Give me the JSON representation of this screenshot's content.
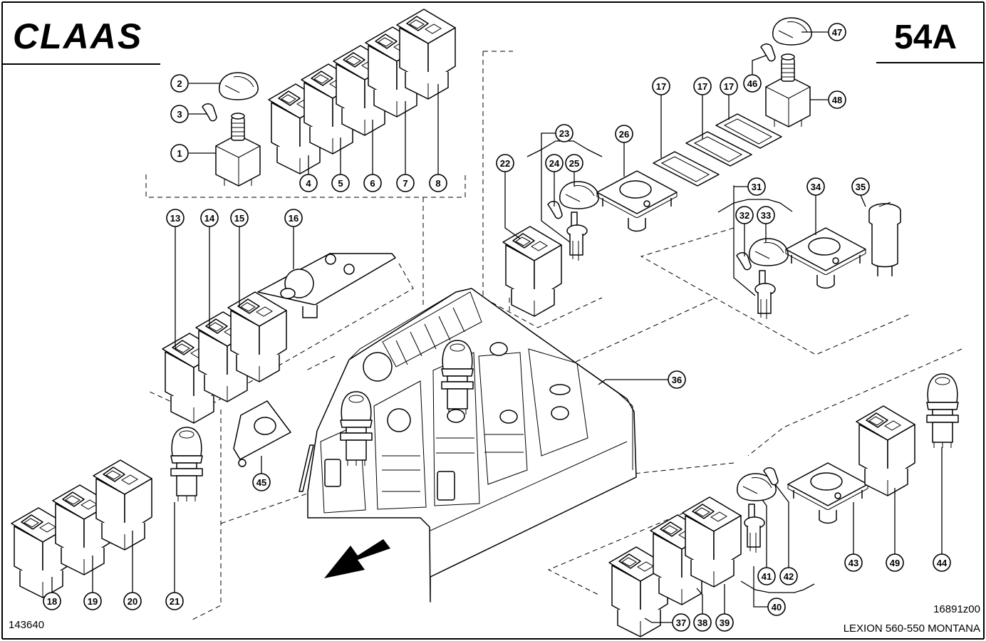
{
  "header": {
    "brand": "CLAAS",
    "page_number": "54A"
  },
  "footer": {
    "left_code": "143640",
    "right_code": "16891z00",
    "model": "LEXION 560-550 MONTANA"
  },
  "callouts": [
    {
      "id": "c1",
      "label": "1"
    },
    {
      "id": "c2",
      "label": "2"
    },
    {
      "id": "c3",
      "label": "3"
    },
    {
      "id": "c4",
      "label": "4"
    },
    {
      "id": "c5",
      "label": "5"
    },
    {
      "id": "c6",
      "label": "6"
    },
    {
      "id": "c7",
      "label": "7"
    },
    {
      "id": "c8",
      "label": "8"
    },
    {
      "id": "c13",
      "label": "13"
    },
    {
      "id": "c14",
      "label": "14"
    },
    {
      "id": "c15",
      "label": "15"
    },
    {
      "id": "c16",
      "label": "16"
    },
    {
      "id": "c17a",
      "label": "17"
    },
    {
      "id": "c17b",
      "label": "17"
    },
    {
      "id": "c17c",
      "label": "17"
    },
    {
      "id": "c18",
      "label": "18"
    },
    {
      "id": "c19",
      "label": "19"
    },
    {
      "id": "c20",
      "label": "20"
    },
    {
      "id": "c21",
      "label": "21"
    },
    {
      "id": "c22",
      "label": "22"
    },
    {
      "id": "c23",
      "label": "23"
    },
    {
      "id": "c24",
      "label": "24"
    },
    {
      "id": "c25",
      "label": "25"
    },
    {
      "id": "c26",
      "label": "26"
    },
    {
      "id": "c31",
      "label": "31"
    },
    {
      "id": "c32",
      "label": "32"
    },
    {
      "id": "c33",
      "label": "33"
    },
    {
      "id": "c34",
      "label": "34"
    },
    {
      "id": "c35",
      "label": "35"
    },
    {
      "id": "c36",
      "label": "36"
    },
    {
      "id": "c37",
      "label": "37"
    },
    {
      "id": "c38",
      "label": "38"
    },
    {
      "id": "c39",
      "label": "39"
    },
    {
      "id": "c40",
      "label": "40"
    },
    {
      "id": "c41",
      "label": "41"
    },
    {
      "id": "c42",
      "label": "42"
    },
    {
      "id": "c43",
      "label": "43"
    },
    {
      "id": "c44",
      "label": "44"
    },
    {
      "id": "c45",
      "label": "45"
    },
    {
      "id": "c46",
      "label": "46"
    },
    {
      "id": "c47",
      "label": "47"
    },
    {
      "id": "c48",
      "label": "48"
    },
    {
      "id": "c49",
      "label": "49"
    }
  ],
  "icons": {
    "direction_arrow": "arrow-forward-left-icon"
  }
}
